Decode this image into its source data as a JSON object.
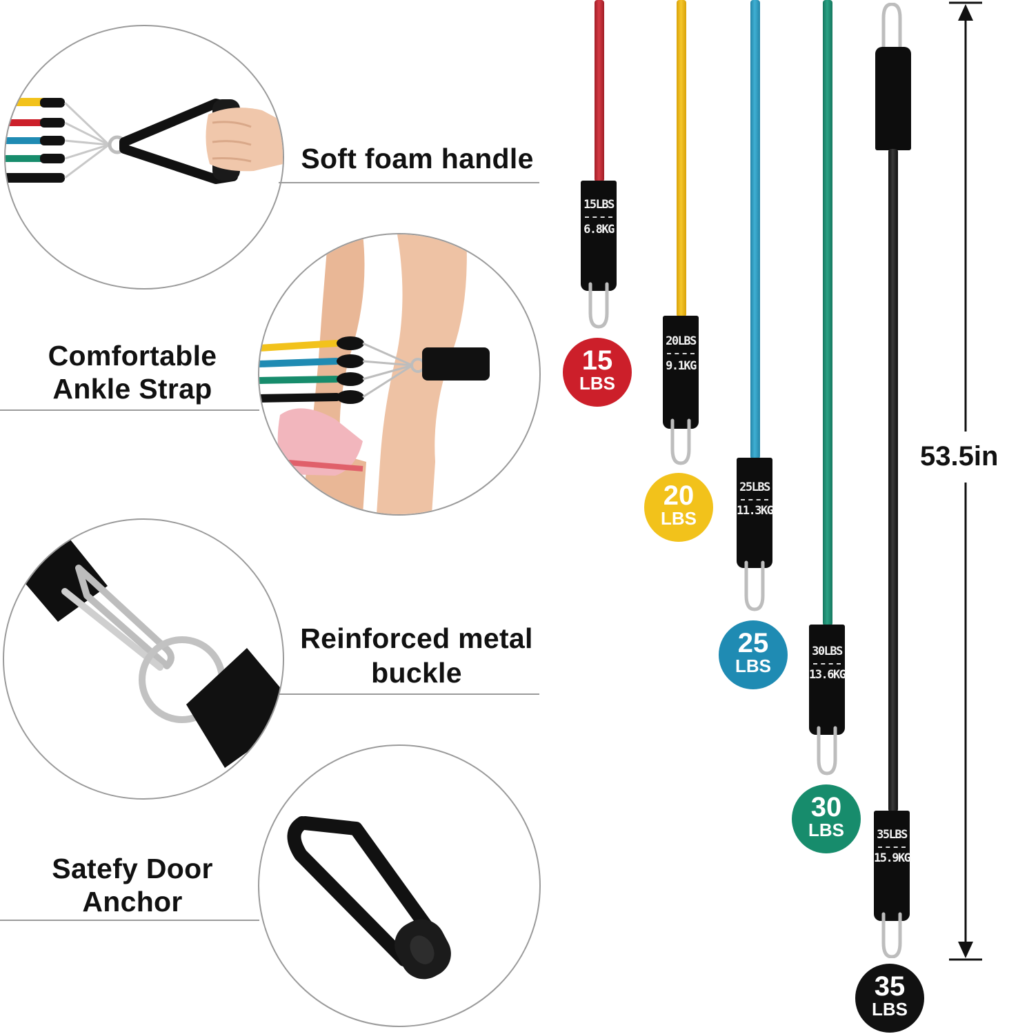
{
  "features": {
    "handle": "Soft foam handle",
    "ankle_line1": "Comfortable",
    "ankle_line2": "Ankle Strap",
    "buckle_line1": "Reinforced metal",
    "buckle_line2": "buckle",
    "anchor_line1": "Satefy Door",
    "anchor_line2": "Anchor"
  },
  "bands": [
    {
      "color": "#cc1f2a",
      "sleeve_lbs": "15LBS",
      "sleeve_kg": "6.8KG",
      "badge_num": "15",
      "badge_unit": "LBS"
    },
    {
      "color": "#f2c21b",
      "sleeve_lbs": "20LBS",
      "sleeve_kg": "9.1KG",
      "badge_num": "20",
      "badge_unit": "LBS"
    },
    {
      "color": "#1f8bb3",
      "sleeve_lbs": "25LBS",
      "sleeve_kg": "11.3KG",
      "badge_num": "25",
      "badge_unit": "LBS"
    },
    {
      "color": "#178c6c",
      "sleeve_lbs": "30LBS",
      "sleeve_kg": "13.6KG",
      "badge_num": "30",
      "badge_unit": "LBS"
    },
    {
      "color": "#111111",
      "sleeve_lbs": "35LBS",
      "sleeve_kg": "15.9KG",
      "badge_num": "35",
      "badge_unit": "LBS"
    }
  ],
  "measurement": "53.5in"
}
